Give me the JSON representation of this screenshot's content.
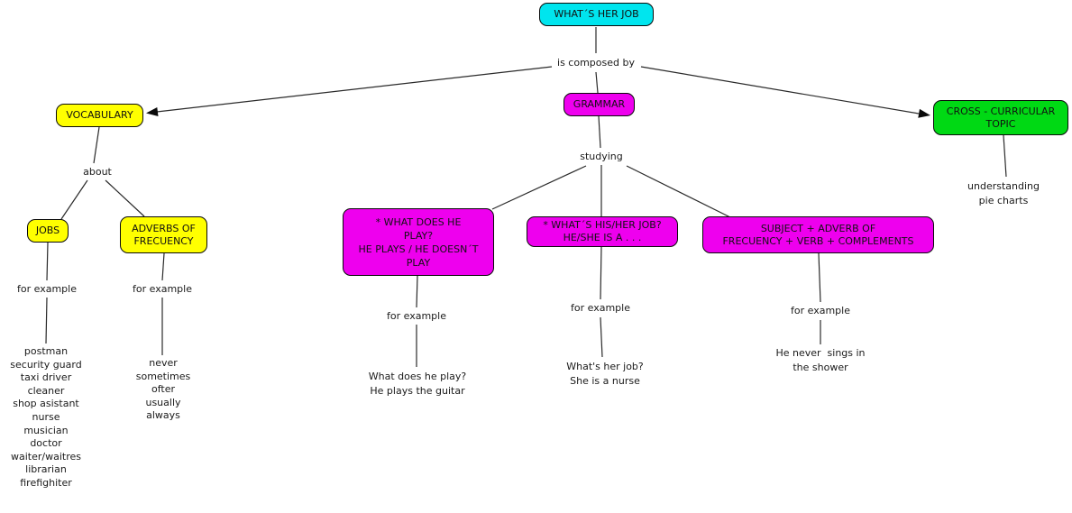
{
  "colors": {
    "node_cyan": "#00E5EE",
    "node_yellow": "#FFFF00",
    "node_magenta": "#EE00EE",
    "node_green": "#00D914",
    "edge": "#2a2a2a"
  },
  "nodes": {
    "root": {
      "label": "WHAT´S HER JOB"
    },
    "vocabulary": {
      "label": "VOCABULARY"
    },
    "grammar": {
      "label": "GRAMMAR"
    },
    "cross_curricular": {
      "label": "CROSS - CURRICULAR\nTOPIC"
    },
    "jobs": {
      "label": "JOBS"
    },
    "adverbs": {
      "label": "ADVERBS OF\nFRECUENCY"
    },
    "q_play": {
      "label": "* WHAT DOES HE\nPLAY?\nHE PLAYS / HE DOESN´T\nPLAY"
    },
    "q_job": {
      "label": "* WHAT´S HIS/HER JOB?\nHE/SHE IS A . . ."
    },
    "structure": {
      "label": "SUBJECT + ADVERB OF\nFRECUENCY + VERB + COMPLEMENTS"
    }
  },
  "links": {
    "is_composed_by": "is composed by",
    "about": "about",
    "studying": "studying",
    "for_example": "for example"
  },
  "examples": {
    "jobs_list": "postman\nsecurity guard\ntaxi driver\ncleaner\nshop asistant\nnurse\nmusician\ndoctor\nwaiter/waitres\nlibrarian\nfirefighiter",
    "adverbs_list": "never\nsometimes\nofter\nusually\nalways",
    "play_example": "What does he play?\nHe plays the guitar",
    "job_example": "What's her job?\nShe is a nurse",
    "structure_example": "He never  sings in\nthe shower",
    "pie_example": "understanding\npie charts"
  }
}
